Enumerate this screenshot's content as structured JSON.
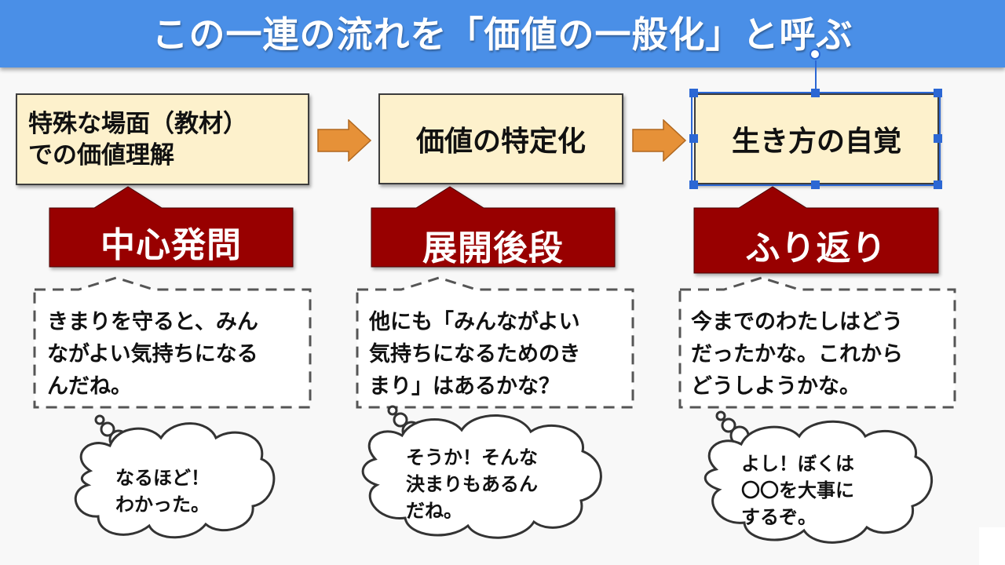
{
  "title": "この一連の流れを「価値の一般化」と呼ぶ",
  "stages": [
    {
      "lines": [
        "特殊な場面（教材）",
        "での価値理解"
      ]
    },
    {
      "lines": [
        "価値の特定化"
      ]
    },
    {
      "lines": [
        "生き方の自覚"
      ]
    }
  ],
  "labels": [
    "中心発問",
    "展開後段",
    "ふり返り"
  ],
  "callouts": [
    {
      "lines": [
        "きまりを守ると、みん",
        "ながよい気持ちになる",
        "んだね。"
      ]
    },
    {
      "lines": [
        "他にも「みんながよい",
        "気持ちになるためのき",
        "まり」はあるかな？"
      ]
    },
    {
      "lines": [
        "今までのわたしはどう",
        "だったかな。これから",
        "どうしようかな。"
      ]
    }
  ],
  "clouds": [
    {
      "lines": [
        "なるほど！",
        "わかった。"
      ]
    },
    {
      "lines": [
        "そうか！そんな",
        "決まりもあるん",
        "だね。"
      ]
    },
    {
      "lines": [
        "よし！ぼくは",
        "〇〇を大事に",
        "するぞ。"
      ]
    }
  ],
  "colors": {
    "banner": "#4a8fe7",
    "stage_fill": "#fdf1cc",
    "label_fill": "#980000",
    "arrow_fill": "#e69138",
    "selection": "#2b67d4"
  }
}
